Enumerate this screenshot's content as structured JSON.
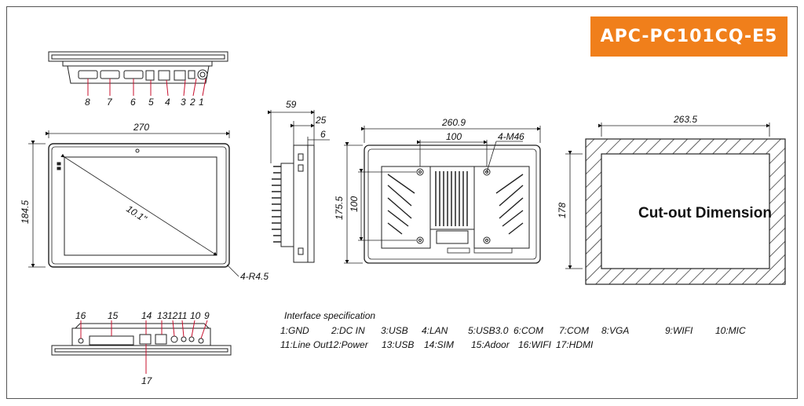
{
  "model": "APC-PC101CQ-E5",
  "title_color": "#f07f1b",
  "top_view": {
    "port_numbers": [
      "8",
      "7",
      "6",
      "5",
      "4",
      "3",
      "2",
      "1"
    ]
  },
  "front_view": {
    "width": "270",
    "height": "184.5",
    "diagonal": "10.1\"",
    "corner_radius": "4-R4.5"
  },
  "side_view": {
    "depth": "59",
    "bezel_depth": "25",
    "bezel_thickness": "6"
  },
  "rear_view": {
    "width": "260.9",
    "height": "175.5",
    "vesa_horizontal": "100",
    "vesa_vertical": "100",
    "screw_holes": "4-M4",
    "screw_depth": "6"
  },
  "cutout": {
    "width": "263.5",
    "height": "178",
    "label": "Cut-out Dimension"
  },
  "bottom_view": {
    "port_numbers": [
      "16",
      "15",
      "14",
      "13",
      "12",
      "11",
      "10",
      "9",
      "17"
    ]
  },
  "interface": {
    "heading": "Interface specification",
    "row1": [
      "1:GND",
      "2:DC IN",
      "3:USB",
      "4:LAN",
      "5:USB3.0",
      "6:COM",
      "7:COM",
      "8:VGA",
      "9:WIFI",
      "10:MIC"
    ],
    "row2": [
      "11:Line Out",
      "12:Power",
      "13:USB",
      "14:SIM",
      "15:Adoor",
      "16:WIFI",
      "17:HDMI"
    ]
  }
}
